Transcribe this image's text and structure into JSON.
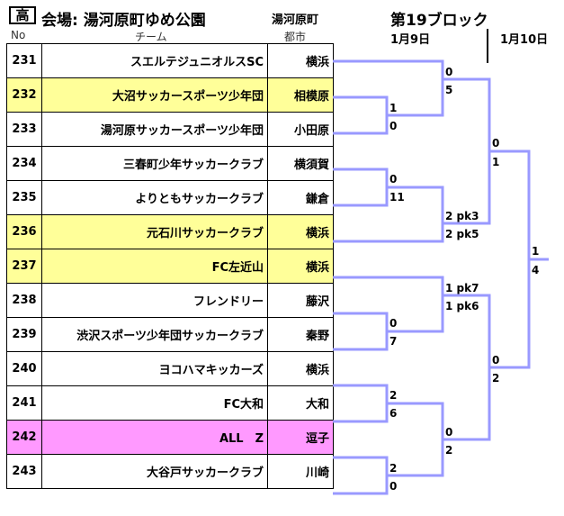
{
  "header": {
    "badge": "高",
    "venue": "会場: 湯河原町ゆめ公園",
    "venue_city": "湯河原町",
    "block": "第19ブロック",
    "day1": "1月9日",
    "day2": "1月10日"
  },
  "columns": {
    "no": "No",
    "team": "チーム",
    "city": "都市"
  },
  "teams": [
    {
      "no": "231",
      "name": "スエルテジュニオルスSC",
      "city": "横浜",
      "highlight": ""
    },
    {
      "no": "232",
      "name": "大沼サッカースポーツ少年団",
      "city": "相模原",
      "highlight": "yellow"
    },
    {
      "no": "233",
      "name": "湯河原サッカースポーツ少年団",
      "city": "小田原",
      "highlight": ""
    },
    {
      "no": "234",
      "name": "三春町少年サッカークラブ",
      "city": "横須賀",
      "highlight": ""
    },
    {
      "no": "235",
      "name": "よりともサッカークラブ",
      "city": "鎌倉",
      "highlight": ""
    },
    {
      "no": "236",
      "name": "元石川サッカークラブ",
      "city": "横浜",
      "highlight": "yellow"
    },
    {
      "no": "237",
      "name": "FC左近山",
      "city": "横浜",
      "highlight": "yellow"
    },
    {
      "no": "238",
      "name": "フレンドリー",
      "city": "藤沢",
      "highlight": ""
    },
    {
      "no": "239",
      "name": "渋沢スポーツ少年団サッカークラブ",
      "city": "秦野",
      "highlight": ""
    },
    {
      "no": "240",
      "name": "ヨコハマキッカーズ",
      "city": "横浜",
      "highlight": ""
    },
    {
      "no": "241",
      "name": "FC大和",
      "city": "大和",
      "highlight": ""
    },
    {
      "no": "242",
      "name": "ALL　Z",
      "city": "逗子",
      "highlight": "pink"
    },
    {
      "no": "243",
      "name": "大谷戸サッカークラブ",
      "city": "川崎",
      "highlight": ""
    }
  ],
  "scores": {
    "r1a_top": "1",
    "r1a_bot": "0",
    "r1b_top": "0",
    "r1b_bot": "11",
    "r1c_top": "0",
    "r1c_bot": "7",
    "r1d_top": "2",
    "r1d_bot": "6",
    "r1e_top": "2",
    "r1e_bot": "0",
    "r2a_top": "0",
    "r2a_bot": "5",
    "r2b_top": "2 pk3",
    "r2b_bot": "2 pk5",
    "r2c_top": "1 pk7",
    "r2c_bot": "1 pk6",
    "r2d_top": "0",
    "r2d_bot": "2",
    "sf1_top": "0",
    "sf1_bot": "1",
    "sf2_top": "0",
    "sf2_bot": "2",
    "final_top": "1",
    "final_bot": "4"
  },
  "colors": {
    "bracket": "#9999ff",
    "yellow": "#ffff99",
    "pink": "#ff99ff"
  }
}
